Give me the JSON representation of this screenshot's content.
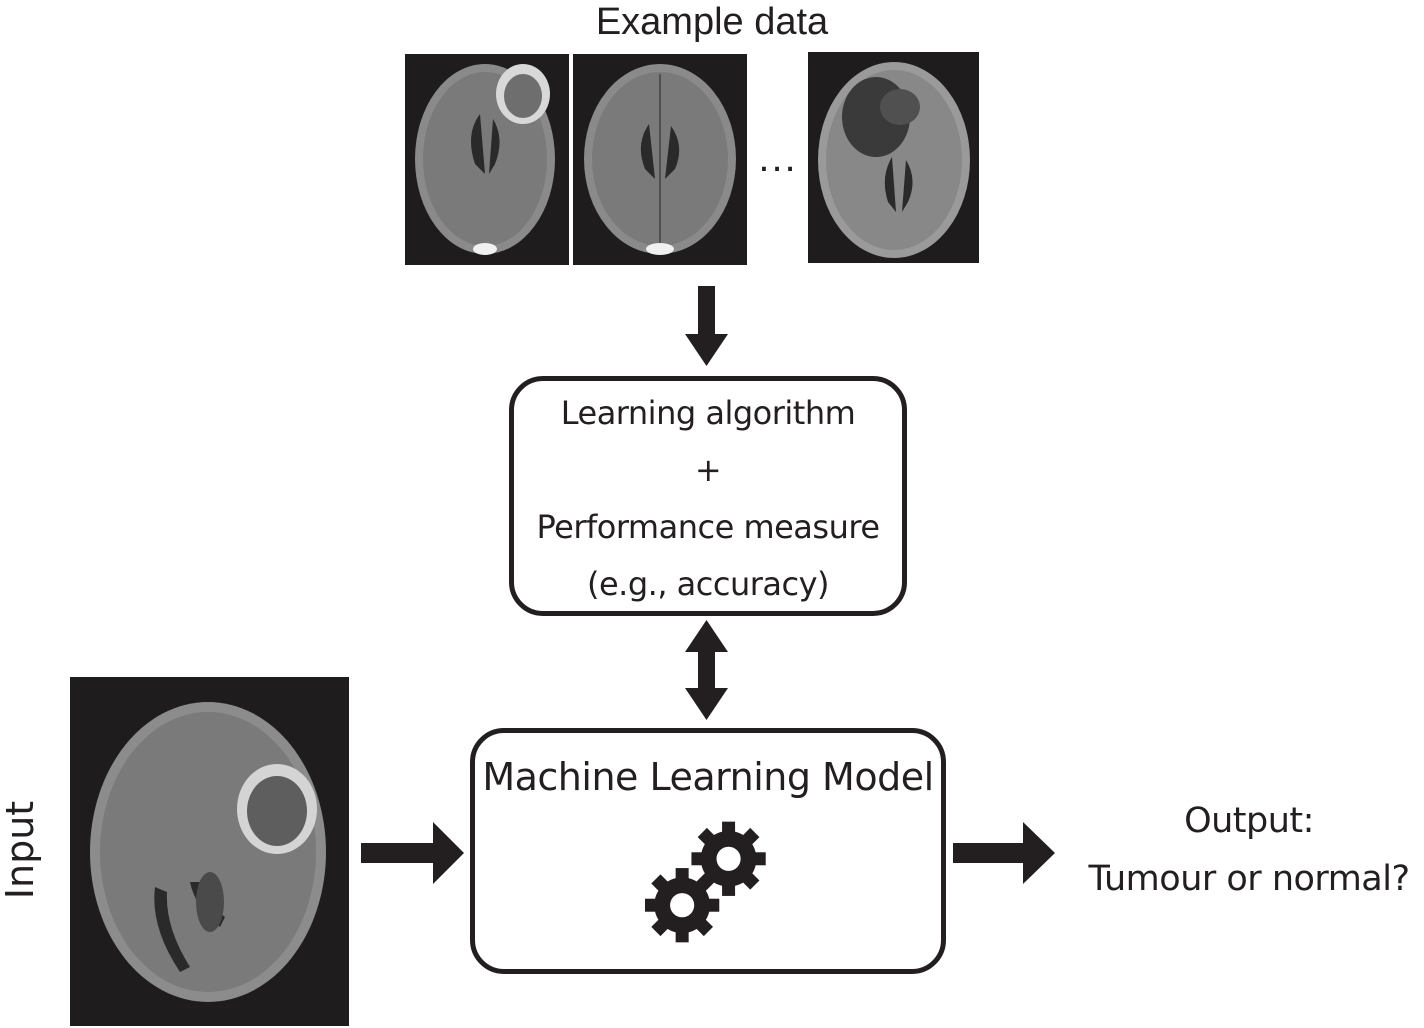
{
  "example_data": {
    "title": "Example data",
    "ellipsis": "...",
    "images": [
      {
        "label": "brain-mri-tumour"
      },
      {
        "label": "brain-mri-normal"
      },
      {
        "label": "brain-mri-tumour-dark"
      }
    ]
  },
  "learning_box": {
    "line1": "Learning algorithm",
    "line2": "+",
    "line3": "Performance measure",
    "line4": "(e.g., accuracy)"
  },
  "model_box": {
    "title": "Machine Learning Model",
    "icon": "gears-icon"
  },
  "input": {
    "label": "Input",
    "image": "brain-mri-input"
  },
  "output": {
    "line1": "Output:",
    "line2": "Tumour or normal?"
  },
  "colors": {
    "ink": "#231f20",
    "image_background": "#1e1c1d"
  }
}
